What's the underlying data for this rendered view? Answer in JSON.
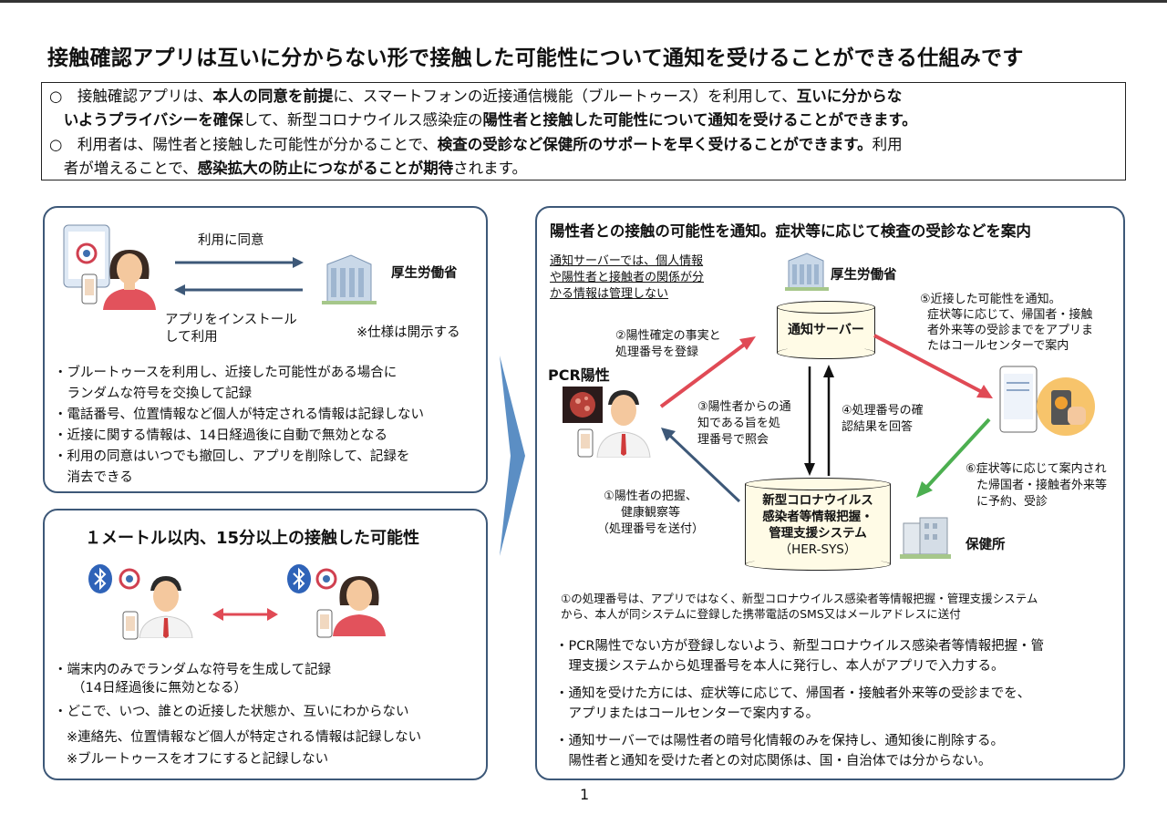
{
  "title": "接触確認アプリは互いに分からない形で接触した可能性について通知を受けることができる仕組みです",
  "summary": {
    "p1_a": "○　接触確認アプリは、",
    "p1_b": "本人の同意を前提",
    "p1_c": "に、スマートフォンの近接通信機能（ブルートゥース）を利用して、",
    "p1_d": "互いに分からな",
    "p1_e": "いようプライバシーを確保",
    "p1_f": "して、新型コロナウイルス感染症の",
    "p1_g": "陽性者と接触した可能性について通知を受けることができます。",
    "p2_a": "○　利用者は、陽性者と接触した可能性が分かることで、",
    "p2_b": "検査の受診など保健所のサポートを早く受けることができます。",
    "p2_c": "利用",
    "p2_d": "者が増えることで、",
    "p2_e": "感染拡大の防止につながることが期待",
    "p2_f": "されます。"
  },
  "left_top": {
    "consent_label": "利用に同意",
    "ministry": "厚生労働省",
    "install_label_1": "アプリをインストール",
    "install_label_2": "して利用",
    "spec_note": "※仕様は開示する",
    "bullets": [
      "・ブルートゥースを利用し、近接した可能性がある場合に",
      "　ランダムな符号を交換して記録",
      "・電話番号、位置情報など個人が特定される情報は記録しない",
      "・近接に関する情報は、14日経過後に自動で無効となる",
      "・利用の同意はいつでも撤回し、アプリを削除して、記録を",
      "　消去できる"
    ]
  },
  "left_bottom": {
    "heading": "１メートル以内、15分以上の接触した可能性",
    "bullets": [
      "・端末内のみでランダムな符号を生成して記録",
      "（14日経過後に無効となる）",
      "・どこで、いつ、誰との近接した状態か、互いにわからない",
      "※連絡先、位置情報など個人が特定される情報は記録しない",
      "※ブルートゥースをオフにすると記録しない"
    ]
  },
  "right": {
    "heading": "陽性者との接触の可能性を通知。症状等に応じて検査の受診などを案内",
    "server_note": [
      "通知サーバーでは、個人情報",
      "や陽性者と接触者の関係が分",
      "かる情報は管理しない"
    ],
    "ministry": "厚生労働省",
    "server": "通知サーバー",
    "pcr": "PCR陽性",
    "step1": [
      "①陽性者の把握、",
      "健康観察等",
      "（処理番号を送付）"
    ],
    "step2": [
      "②陽性確定の事実と",
      "処理番号を登録"
    ],
    "step3": [
      "③陽性者からの通",
      "知である旨を処",
      "理番号で照会"
    ],
    "step4": [
      "④処理番号の確",
      "認結果を回答"
    ],
    "step5": [
      "⑤近接した可能性を通知。",
      "症状等に応じて、帰国者・接触",
      "者外来等の受診までをアプリま",
      "たはコールセンターで案内"
    ],
    "step6": [
      "⑥症状等に応じて案内され",
      "た帰国者・接触者外来等",
      "に予約、受診"
    ],
    "hersys": [
      "新型コロナウイルス",
      "感染者等情報把握・",
      "管理支援システム",
      "（HER-SYS）"
    ],
    "health_center": "保健所",
    "footnote": [
      "①の処理番号は、アプリではなく、新型コロナウイルス感染者等情報把握・管理支援システム",
      "から、本人が同システムに登録した携帯電話のSMS又はメールアドレスに送付"
    ],
    "bullets": [
      "・PCR陽性でない方が登録しないよう、新型コロナウイルス感染者等情報把握・管",
      "　理支援システムから処理番号を本人に発行し、本人がアプリで入力する。",
      "・通知を受けた方には、症状等に応じて、帰国者・接触者外来等の受診までを、",
      "　アプリまたはコールセンターで案内する。",
      "・通知サーバーでは陽性者の暗号化情報のみを保持し、通知後に削除する。",
      "　陽性者と通知を受けた者との対応関係は、国・自治体では分からない。"
    ]
  },
  "page_number": "1",
  "colors": {
    "panel_border": "#3d5878",
    "red_arrow": "#e04a55",
    "green_arrow": "#4caf50",
    "navy_arrow": "#3d5878",
    "big_arrow": "#5b8ec4"
  }
}
